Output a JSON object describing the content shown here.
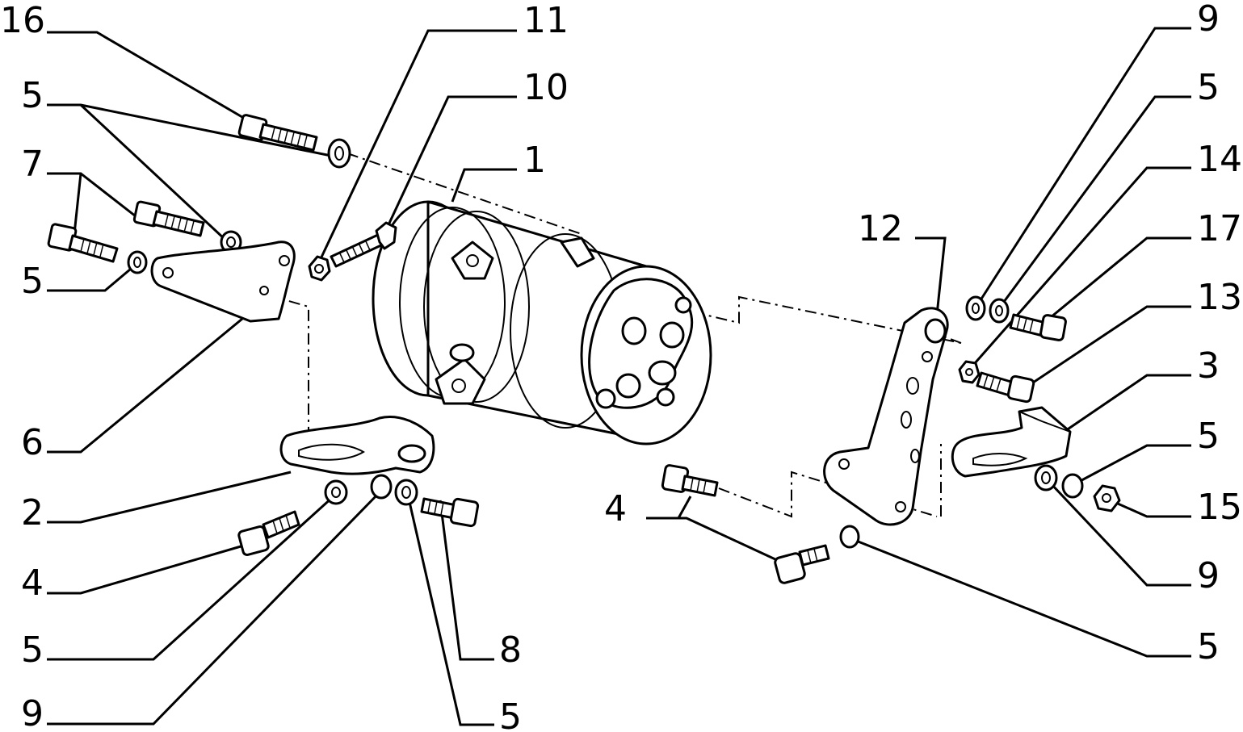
{
  "diagram": {
    "background": "#ffffff",
    "ink": "#000000",
    "callouts": [
      {
        "id": "c16",
        "label": "16"
      },
      {
        "id": "c5a",
        "label": "5"
      },
      {
        "id": "c7",
        "label": "7"
      },
      {
        "id": "c5b",
        "label": "5"
      },
      {
        "id": "c6",
        "label": "6"
      },
      {
        "id": "c2",
        "label": "2"
      },
      {
        "id": "c4a",
        "label": "4"
      },
      {
        "id": "c5c",
        "label": "5"
      },
      {
        "id": "c9a",
        "label": "9"
      },
      {
        "id": "c11",
        "label": "11"
      },
      {
        "id": "c10",
        "label": "10"
      },
      {
        "id": "c1",
        "label": "1"
      },
      {
        "id": "c8",
        "label": "8"
      },
      {
        "id": "c5d",
        "label": "5"
      },
      {
        "id": "c12",
        "label": "12"
      },
      {
        "id": "c4b",
        "label": "4"
      },
      {
        "id": "c9b",
        "label": "9"
      },
      {
        "id": "c5e",
        "label": "5"
      },
      {
        "id": "c14",
        "label": "14"
      },
      {
        "id": "c17",
        "label": "17"
      },
      {
        "id": "c13",
        "label": "13"
      },
      {
        "id": "c3",
        "label": "3"
      },
      {
        "id": "c5f",
        "label": "5"
      },
      {
        "id": "c15",
        "label": "15"
      },
      {
        "id": "c9c",
        "label": "9"
      },
      {
        "id": "c5g",
        "label": "5"
      }
    ]
  }
}
